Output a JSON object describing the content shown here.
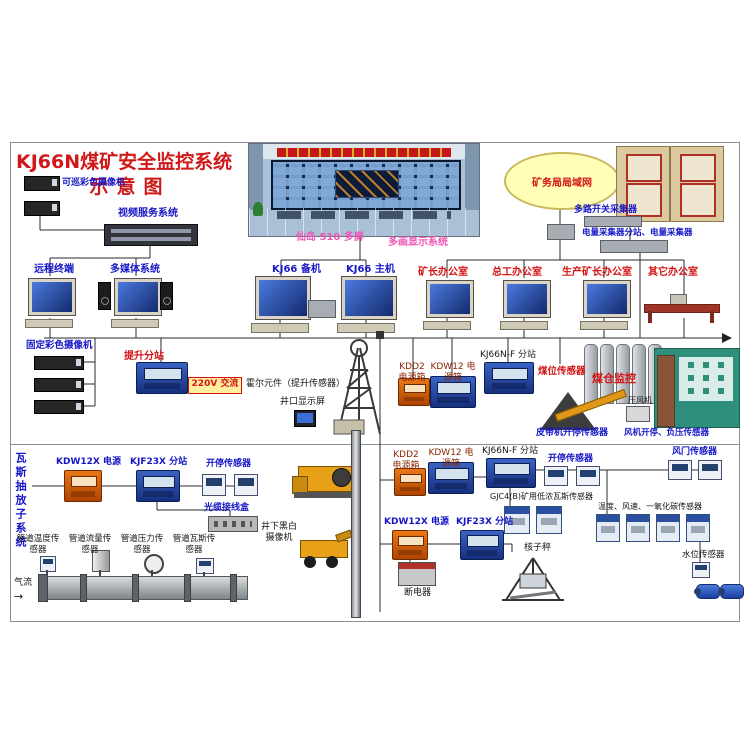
{
  "title": {
    "line1": "KJ66N煤矿安全监控系统",
    "line2": "示意图"
  },
  "top": {
    "pan_camera": "可巡彩色摄像机",
    "video_service": "视频服务系统",
    "screen_left": "仙岛 510 多屏",
    "screen_right": "多画显示系统",
    "lan_cloud": "矿务局局域网",
    "multi_collector": "多路开关采集器",
    "power_collector": "电量采集器分站、电量采集器"
  },
  "terminals": {
    "remote": "远程终端",
    "multimedia": "多媒体系统",
    "kj66_backup": "KJ66 备机",
    "kj66_main": "KJ66 主机",
    "office_director": "矿长办公室",
    "office_chief": "总工办公室",
    "office_production": "生产矿长办公室",
    "office_other": "其它办公室"
  },
  "surface": {
    "fixed_camera": "固定彩色摄像机",
    "hoist_station": "提升分站",
    "ac_220": "220V 交流",
    "hall_sensor": "霍尔元件（提升传感器）",
    "wellhead_display": "井口显示屏",
    "kdd2_box": "KDD2 电源箱",
    "kdw12_box": "KDW12 电源箱",
    "kj66nf_station": "KJ66N-F 分站",
    "coal_level_sensor": "煤位传感器",
    "coal_bunker": "煤仓监控",
    "compressor": "压风机",
    "belt_sensor": "皮带机开停传感器",
    "fan_sensor": "风机开停、负压传感器"
  },
  "gas": {
    "side_title": "瓦斯抽放子系统",
    "kdw12x_power": "KDW12X 电源",
    "kjf23x_station": "KJF23X 分站",
    "onoff_sensor": "开停传感器",
    "fiber_box": "光缆接线盒",
    "ug_camera": "井下黑白摄像机",
    "pipe_temp": "管道温度传感器",
    "pipe_flow": "管道流量传感器",
    "pipe_pressure": "管道压力传感器",
    "pipe_gas": "管道瓦斯传感器",
    "airflow": "气流",
    "airflow_arrow": "→"
  },
  "underground": {
    "kdd2_box": "KDD2 电源箱",
    "kdw12_box": "KDW12 电源箱",
    "kj66nf_station": "KJ66N-F 分站",
    "onoff_sensor": "开停传感器",
    "air_door_sensor": "风门传感器",
    "gjc4_sensor": "GJC4(B)矿用低浓瓦斯传感器",
    "multi_sensor": "温度、风速、一氧化碳传感器",
    "kdw12x_power": "KDW12X 电源",
    "kjf23x_station": "KJF23X 分站",
    "nuclear_scale": "核子秤",
    "breaker": "断电器",
    "water_sensor": "水位传感器"
  }
}
